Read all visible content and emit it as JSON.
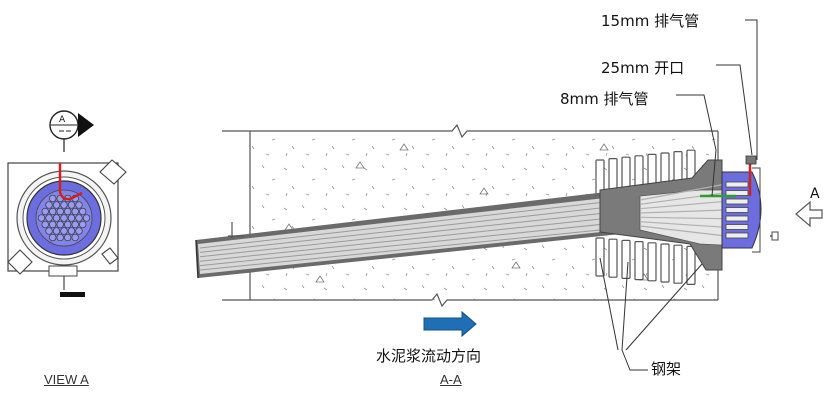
{
  "labels": {
    "vent_15mm": "15mm 排气管",
    "opening_25mm": "25mm 开口",
    "vent_8mm": "8mm 排气管",
    "flow_direction": "水泥浆流动方向",
    "steel_frame": "钢架",
    "view_marker_letter": "A",
    "section_marker_letter": "A",
    "caption_view": "VIEW A",
    "caption_section": "A-A"
  },
  "colors": {
    "duct_fill": "#7b7cdb",
    "vent_tube": "#cc2222",
    "vent_8mm_tube": "#2f9e2f",
    "flow_arrow": "#1f6fb6",
    "concrete_line": "#555555",
    "strand": "#9a9a9a",
    "anchor_gray": "#7a7a7a"
  },
  "icons": {
    "flow_arrow": "right-arrow-icon",
    "view_arrow": "left-arrow-icon",
    "section_marker": "section-cut-marker-icon"
  }
}
